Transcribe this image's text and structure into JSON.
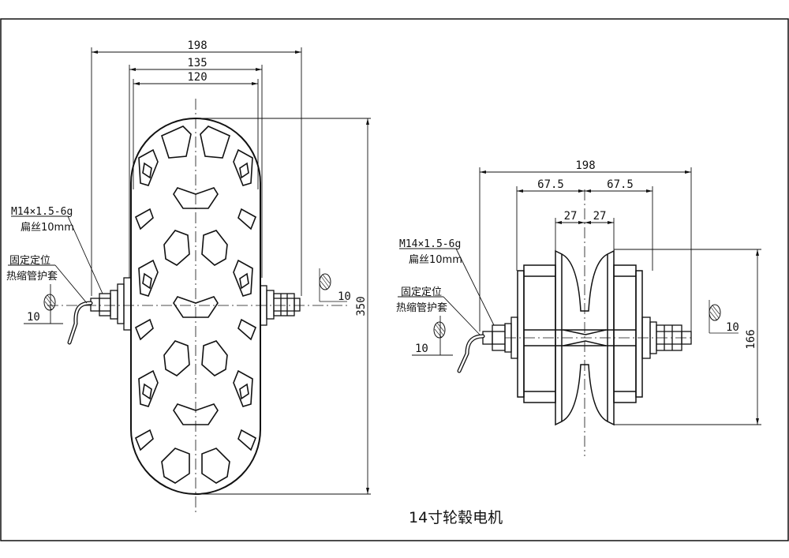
{
  "title": "14寸轮毂电机",
  "left_view": {
    "dim_overall_width": "198",
    "dim_mid_width": "135",
    "dim_inner_width": "120",
    "dim_diameter": "350",
    "axle_spec_line1": "M14×1.5-6g",
    "axle_spec_line2": "扁丝10mm",
    "sleeve_line1": "固定定位",
    "sleeve_line2": "热缩管护套",
    "flat_left": "10",
    "flat_right": "10"
  },
  "right_view": {
    "dim_overall_width": "198",
    "dim_half_left": "67.5",
    "dim_half_right": "67.5",
    "dim_inner_left": "27",
    "dim_inner_right": "27",
    "dim_height": "166",
    "axle_spec_line1": "M14×1.5-6g",
    "axle_spec_line2": "扁丝10mm",
    "sleeve_line1": "固定定位",
    "sleeve_line2": "热缩管护套",
    "flat_left": "10",
    "flat_right": "10"
  }
}
